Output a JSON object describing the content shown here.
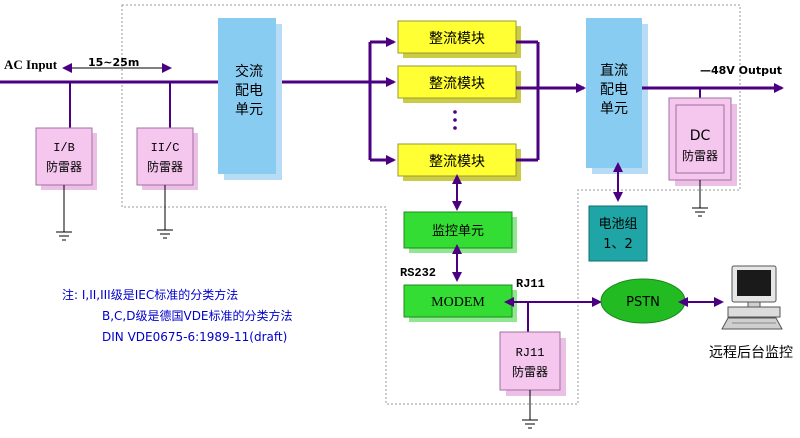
{
  "labels": {
    "ac_input": "AC Input",
    "distance": "15~25m",
    "dc_output": "—48V Output",
    "rs232": "RS232",
    "rj11": "RJ11",
    "remote": "远程后台监控"
  },
  "blocks": {
    "ac_dist": [
      "交流",
      "配电",
      "单元"
    ],
    "dc_dist": [
      "直流",
      "配电",
      "单元"
    ],
    "rectifier1": "整流模块",
    "rectifier2": "整流模块",
    "rectifier3": "整流模块",
    "monitor": "监控单元",
    "modem": "MODEM",
    "battery": [
      "电池组",
      "1、2"
    ],
    "pstn": "PSTN"
  },
  "protectors": {
    "ib": [
      "I/B",
      "防雷器"
    ],
    "iic": [
      "II/C",
      "防雷器"
    ],
    "dc": [
      "DC",
      "防雷器"
    ],
    "rj11": [
      "RJ11",
      "防雷器"
    ]
  },
  "notes": [
    "注: I,II,III级是IEC标准的分类方法",
    "B,C,D级是德国VDE标准的分类方法",
    "DIN VDE0675-6:1989-11(draft)"
  ],
  "colors": {
    "line": "#4b0082",
    "blue_block": "#88ccf2",
    "yellow_block": "#ffff33",
    "green_block": "#33dd33",
    "pink_block": "#f5c6ee",
    "teal_block": "#1fa5a5"
  }
}
